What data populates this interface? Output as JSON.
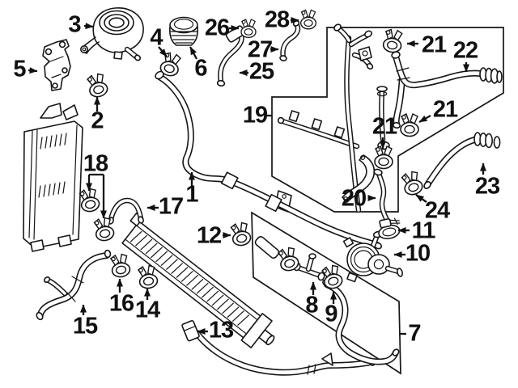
{
  "figure": {
    "kind": "exploded-parts-diagram",
    "subject": "engine cooling hoses, clamps, reservoir and auxiliary water pump",
    "colors": {
      "background": "#ffffff",
      "line": "#161616",
      "label": "#111111"
    }
  },
  "callouts": {
    "c1": "1",
    "c2": "2",
    "c3": "3",
    "c4": "4",
    "c5": "5",
    "c6": "6",
    "c7": "7",
    "c8": "8",
    "c9": "9",
    "c10": "10",
    "c11": "11",
    "c12": "12",
    "c13": "13",
    "c14": "14",
    "c15": "15",
    "c16": "16",
    "c17": "17",
    "c18": "18",
    "c19": "19",
    "c20": "20",
    "c21a": "21",
    "c21b": "21",
    "c21c": "21",
    "c22": "22",
    "c23": "23",
    "c24": "24",
    "c25": "25",
    "c26": "26",
    "c27": "27",
    "c28": "28"
  }
}
